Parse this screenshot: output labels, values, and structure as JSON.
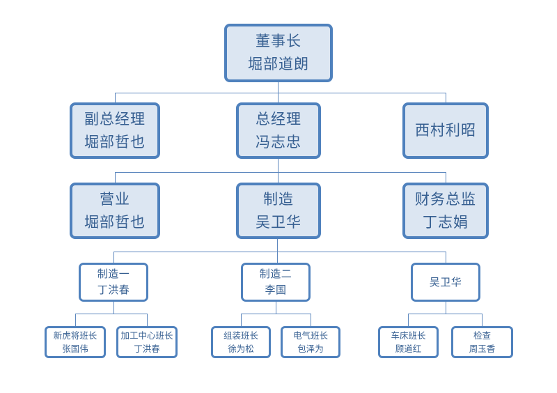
{
  "org": {
    "chairman": {
      "title": "董事长",
      "person": "堀部道朗"
    },
    "deputy_gm": {
      "title": "副总经理",
      "person": "堀部哲也"
    },
    "gm": {
      "title": "总经理",
      "person": "冯志忠"
    },
    "advisor": {
      "person": "西村利昭"
    },
    "sales": {
      "title": "营业",
      "person": "堀部哲也"
    },
    "manufacturing": {
      "title": "制造",
      "person": "吴卫华"
    },
    "finance_director": {
      "title": "财务总监",
      "person": "丁志娟"
    },
    "mfg_section1": {
      "title": "制造一",
      "person": "丁洪春"
    },
    "mfg_section2": {
      "title": "制造二",
      "person": "李国"
    },
    "mfg_qa": {
      "person": "吴卫华"
    },
    "xinhujiang_leader": {
      "title": "新虎将班长",
      "person": "张国伟"
    },
    "machining_center_leader": {
      "title": "加工中心班长",
      "person": "丁洪春"
    },
    "assembly_leader": {
      "title": "组装班长",
      "person": "徐为松"
    },
    "electrical_leader": {
      "title": "电气班长",
      "person": "包泽为"
    },
    "lathe_leader": {
      "title": "车床班长",
      "person": "顾道红"
    },
    "inspection": {
      "title": "检查",
      "person": "周玉香"
    }
  },
  "colors": {
    "node_border": "#4F81BD",
    "node_fill_light": "#DCE6F2",
    "node_fill_white": "#FFFFFF",
    "text": "#365F91",
    "connector": "#5E88BE"
  }
}
